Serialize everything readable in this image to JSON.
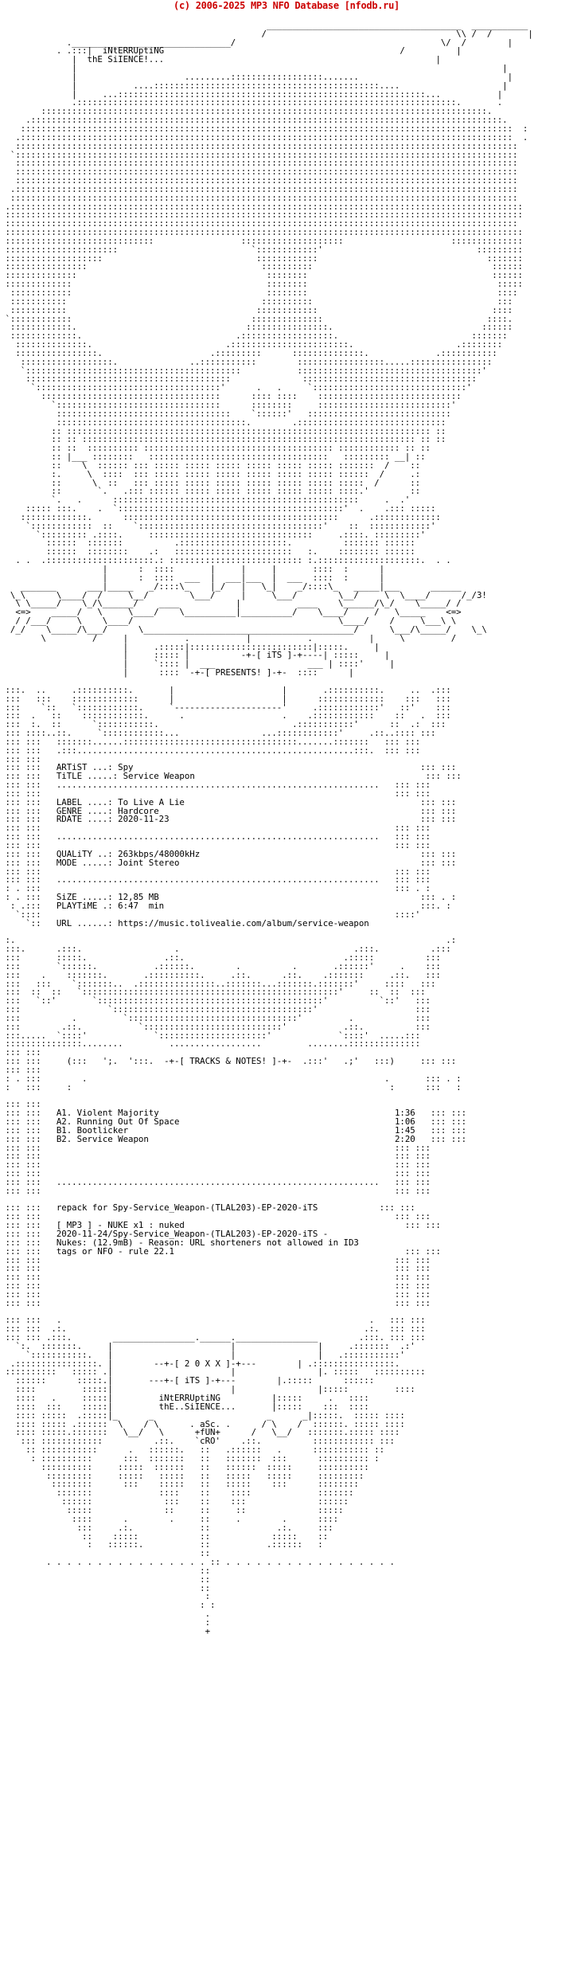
{
  "banner": "(c) 2006-2025 MP3 NFO Database [nfodb.ru]",
  "header": {
    "group_line1": "iNtERRUptiNG",
    "group_line2": "thE SiIENCE!...",
    "presents": "-+-[ iTS ]-+----",
    "presents2": "-+-[ PRESENTS! ]-+-"
  },
  "release": {
    "artist_label": "ARTiST ...:",
    "artist": "Spy",
    "title_label": "TiTLE .....:",
    "title": "Service Weapon",
    "label_label": "LABEL ....:",
    "label": "To Live A Lie",
    "genre_label": "GENRE ....:",
    "genre": "Hardcore",
    "rdate_label": "RDATE ....:",
    "rdate": "2020-11-23",
    "quality_label": "QUALiTY ..:",
    "quality": "263kbps/48000kHz",
    "mode_label": "MODE .....:",
    "mode": "Joint Stereo",
    "size_label": "SiZE .....:",
    "size": "12,85 MB",
    "playtime_label": "PLAYTiME .:",
    "playtime": "6:47  min",
    "url_label": "URL ......:",
    "url": "https://music.tolivealie.com/album/service-weapon"
  },
  "tracks_header": "-+-[ TRACKS & NOTES! ]-+-",
  "tracks": [
    {
      "pos": "A1.",
      "name": "Violent Majority",
      "time": "1:36"
    },
    {
      "pos": "A2.",
      "name": "Running Out Of Space",
      "time": "1:06"
    },
    {
      "pos": "B1.",
      "name": "Bootlicker",
      "time": "1:45"
    },
    {
      "pos": "B2.",
      "name": "Service Weapon",
      "time": "2:20"
    }
  ],
  "notes": {
    "repack": "repack for Spy-Service_Weapon-(TLAL203)-EP-2020-iTS",
    "nuke1": "[ MP3 ] - NUKE x1 : nuked",
    "nuke2": "2020-11-24/Spy-Service_Weapon-(TLAL203)-EP-2020-iTS -",
    "nuke3": "Nukes: (12.9mB) - Reason: URL shorteners not allowed in ID3",
    "nuke4": "tags or NFO - rule 22.1"
  },
  "footer": {
    "year": "--+-[ 2 0 X X ]-+---",
    "group": "---+-[ iTS ]-+---",
    "group_line1": "iNtERRUptiNG",
    "group_line2": "thE..SiIENCE...",
    "credit1": ". aSc. .",
    "credit2": "+fUN+",
    "credit3": "`cRO'"
  }
}
